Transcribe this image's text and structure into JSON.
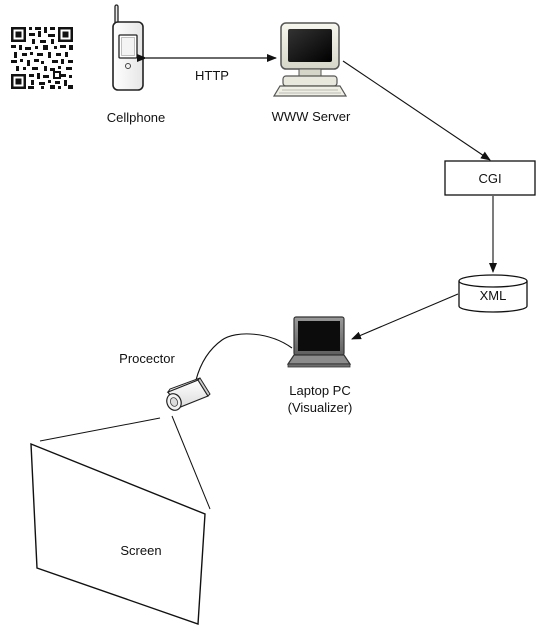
{
  "diagram": {
    "nodes": {
      "cellphone": "Cellphone",
      "www_server": "WWW Server",
      "cgi": "CGI",
      "xml": "XML",
      "laptop_line1": "Laptop PC",
      "laptop_line2": "(Visualizer)",
      "projector": "Procector",
      "screen": "Screen"
    },
    "edges": {
      "http": "HTTP"
    }
  }
}
